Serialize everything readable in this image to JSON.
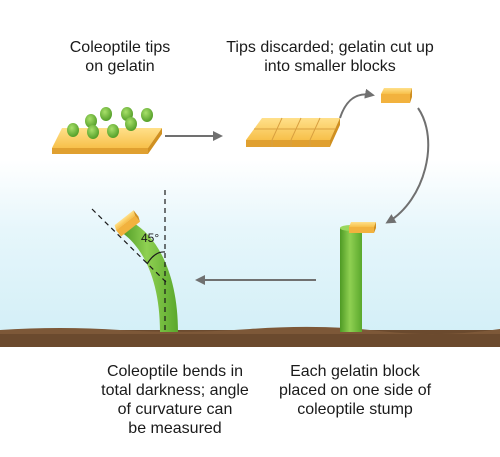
{
  "labels": {
    "step1": "Coleoptile tips\non gelatin",
    "step2": "Tips discarded; gelatin cut up\ninto smaller blocks",
    "step3": "Each gelatin block\nplaced on one side of\ncoleoptile stump",
    "step4": "Coleoptile bends in\ntotal darkness; angle\nof curvature can\nbe measured"
  },
  "angle": "45°",
  "colors": {
    "gelatin": "#f7c04a",
    "gelatin_dark": "#e0a030",
    "coleoptile": "#7cc143",
    "coleoptile_dark": "#4e9a24",
    "soil": "#6b4a2e",
    "arrow": "#707070"
  }
}
